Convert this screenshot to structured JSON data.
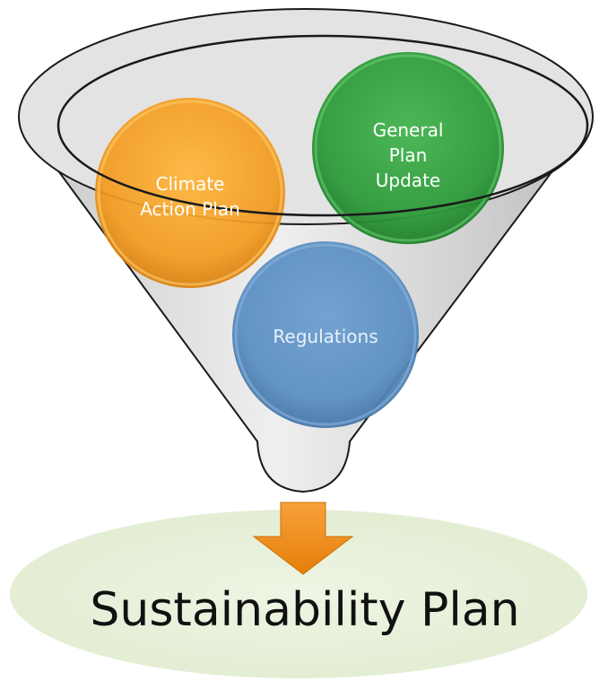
{
  "diagram": {
    "inputs": [
      {
        "id": "climate-action-plan",
        "lines": [
          "Climate",
          "Action Plan"
        ],
        "color": "#F39A1E"
      },
      {
        "id": "general-plan-update",
        "lines": [
          "General",
          "Plan",
          "Update"
        ],
        "color": "#2E9A3A"
      },
      {
        "id": "regulations",
        "lines": [
          "Regulations"
        ],
        "color": "#5B8FC2"
      }
    ],
    "result": {
      "label": "Sustainability Plan",
      "color": "#E7F1D9"
    },
    "colors": {
      "funnel_fill": "#D9D9D9",
      "funnel_outline": "#1A1A1A",
      "arrow": "#F08A12",
      "label_text": "#FFFFFF",
      "result_text": "#111111"
    }
  }
}
